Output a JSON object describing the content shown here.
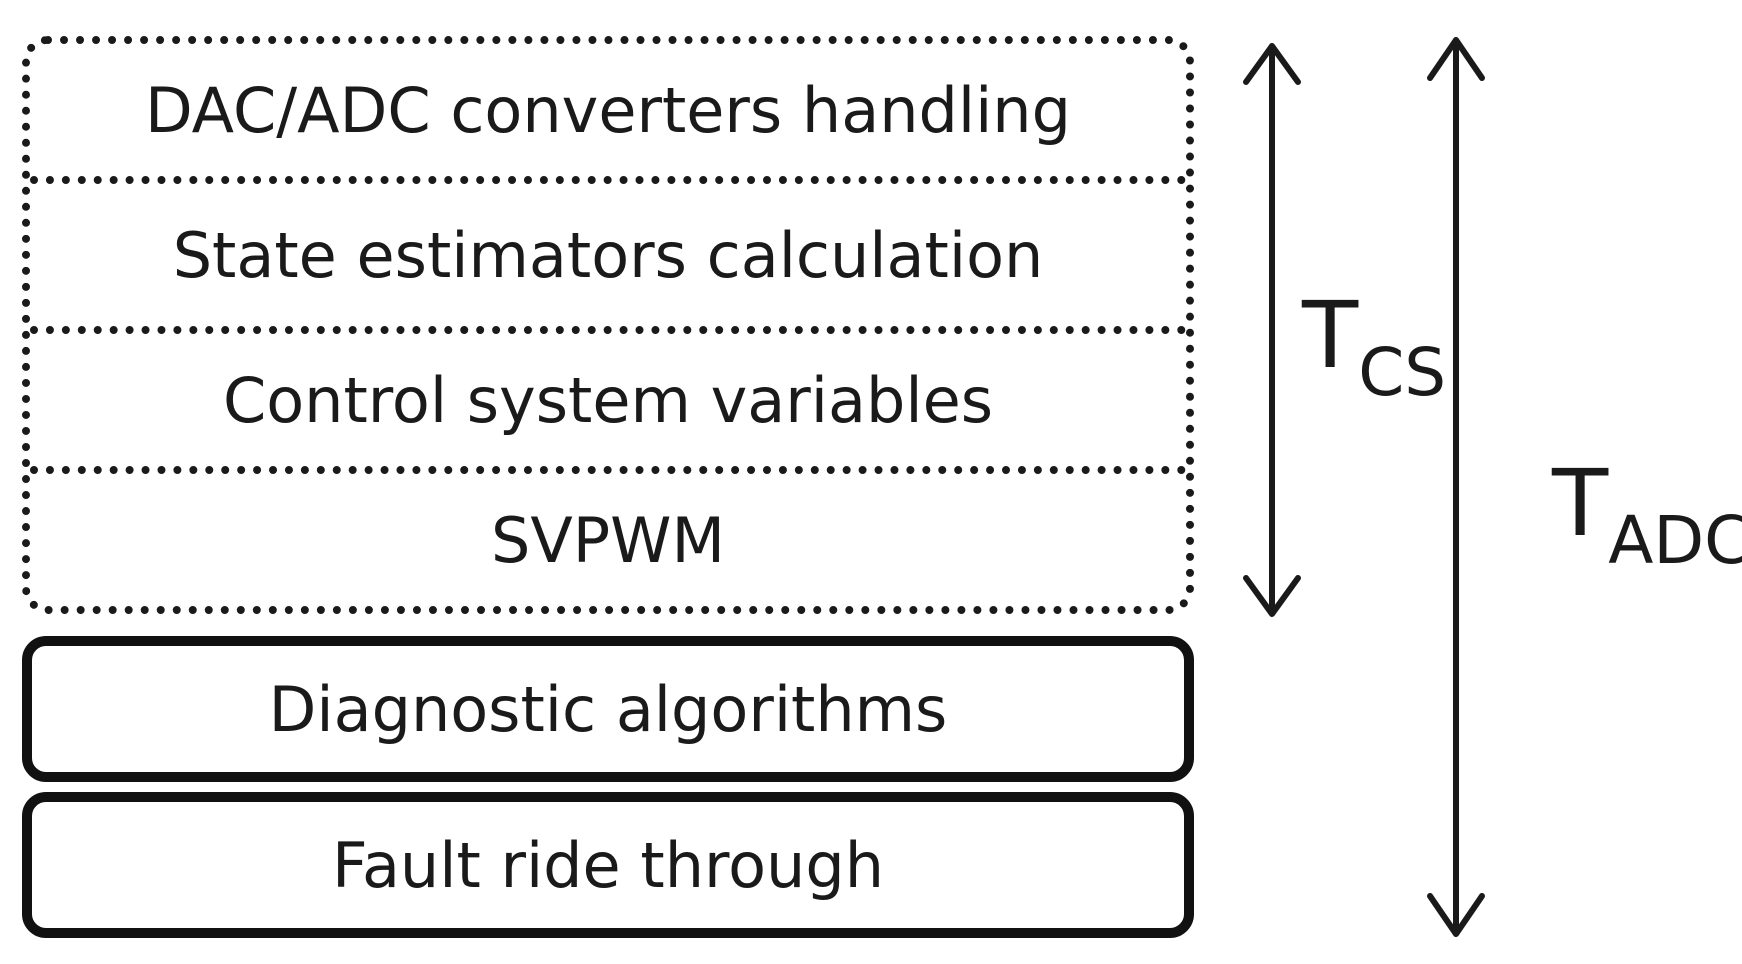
{
  "blocks": {
    "dac_adc": "DAC/ADC converters handling",
    "state_estimators": "State estimators calculation",
    "control_variables": "Control system variables",
    "svpwm": "SVPWM",
    "diagnostic": "Diagnostic algorithms",
    "fault_ride": "Fault ride through"
  },
  "timing": {
    "tcs_main": "T",
    "tcs_sub": "CS",
    "tadc_main": "T",
    "tadc_sub": "ADC"
  }
}
